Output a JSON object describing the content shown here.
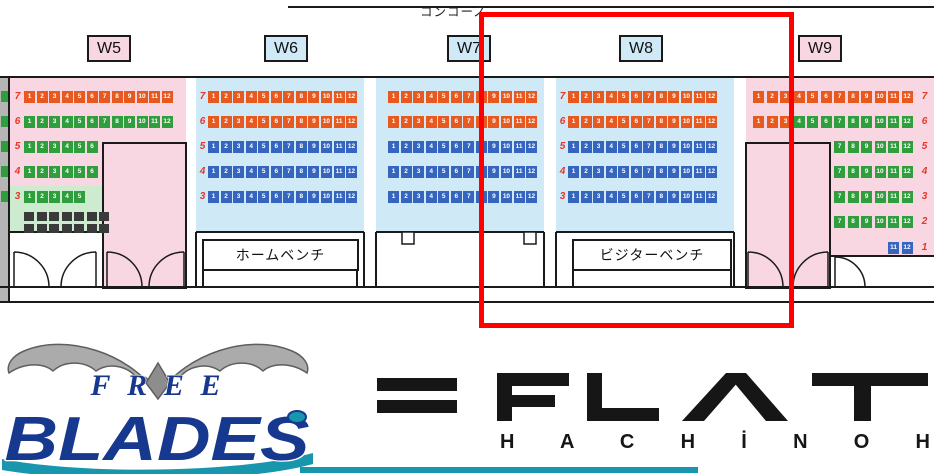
{
  "concourse_label": "コンコース",
  "colors": {
    "pink": "#f8d7e3",
    "light_blue": "#cfe9f7",
    "light_green": "#cdeccf",
    "grey": "#b5b5b5",
    "row_number": "#e8352a",
    "highlight": "#ff0000",
    "seat_orange": "#e8591f",
    "seat_green": "#2f9e3c",
    "seat_blue": "#3565be",
    "seat_dark": "#3a3a3a",
    "logo_blue": "#16388e",
    "logo_teal": "#1796ae"
  },
  "section_labels": [
    {
      "label": "W5",
      "color_key": "pink"
    },
    {
      "label": "W6",
      "color_key": "light_blue"
    },
    {
      "label": "W7",
      "color_key": "light_blue"
    },
    {
      "label": "W8",
      "color_key": "light_blue"
    },
    {
      "label": "W9",
      "color_key": "pink"
    }
  ],
  "benches": {
    "home_label": "ホームベンチ",
    "visitor_label": "ビジターベンチ"
  },
  "sections": {
    "W5": {
      "rows": [
        {
          "row": "7",
          "segments": [
            {
              "color": "orange",
              "from": 1,
              "to": 12
            }
          ]
        },
        {
          "row": "6",
          "segments": [
            {
              "color": "green",
              "from": 1,
              "to": 12
            }
          ]
        },
        {
          "row": "5",
          "segments": [
            {
              "color": "green",
              "from": 1,
              "to": 6
            }
          ]
        },
        {
          "row": "4",
          "segments": [
            {
              "color": "green",
              "from": 1,
              "to": 6
            }
          ]
        },
        {
          "row": "3",
          "segments": [
            {
              "color": "green",
              "from": 1,
              "to": 5
            }
          ]
        },
        {
          "row": null,
          "small": true,
          "segments": [
            {
              "color": "dark",
              "count": 7,
              "unnumbered": true
            }
          ]
        },
        {
          "row": null,
          "small": true,
          "segments": [
            {
              "color": "dark",
              "count": 7,
              "unnumbered": true
            }
          ]
        }
      ]
    },
    "W6": {
      "rows": [
        {
          "row": "7",
          "segments": [
            {
              "color": "orange",
              "from": 1,
              "to": 12
            }
          ]
        },
        {
          "row": "6",
          "segments": [
            {
              "color": "orange",
              "from": 1,
              "to": 12
            }
          ]
        },
        {
          "row": "5",
          "segments": [
            {
              "color": "blue",
              "from": 1,
              "to": 12
            }
          ]
        },
        {
          "row": "4",
          "segments": [
            {
              "color": "blue",
              "from": 1,
              "to": 12
            }
          ]
        },
        {
          "row": "3",
          "segments": [
            {
              "color": "blue",
              "from": 1,
              "to": 12
            }
          ]
        }
      ]
    },
    "W7": {
      "rows": [
        {
          "row": null,
          "segments": [
            {
              "color": "orange",
              "from": 1,
              "to": 12
            }
          ]
        },
        {
          "row": null,
          "segments": [
            {
              "color": "orange",
              "from": 1,
              "to": 12
            }
          ]
        },
        {
          "row": null,
          "segments": [
            {
              "color": "blue",
              "from": 1,
              "to": 12
            }
          ]
        },
        {
          "row": null,
          "segments": [
            {
              "color": "blue",
              "from": 1,
              "to": 12
            }
          ]
        },
        {
          "row": null,
          "segments": [
            {
              "color": "blue",
              "from": 1,
              "to": 12
            }
          ]
        }
      ]
    },
    "W8": {
      "rows": [
        {
          "row": "7",
          "segments": [
            {
              "color": "orange",
              "from": 1,
              "to": 12
            }
          ]
        },
        {
          "row": "6",
          "segments": [
            {
              "color": "orange",
              "from": 1,
              "to": 12
            }
          ]
        },
        {
          "row": "5",
          "segments": [
            {
              "color": "blue",
              "from": 1,
              "to": 12
            }
          ]
        },
        {
          "row": "4",
          "segments": [
            {
              "color": "blue",
              "from": 1,
              "to": 12
            }
          ]
        },
        {
          "row": "3",
          "segments": [
            {
              "color": "blue",
              "from": 1,
              "to": 12
            }
          ]
        }
      ]
    },
    "W9": {
      "rows": [
        {
          "row": "7",
          "segments": [
            {
              "color": "orange",
              "from": 1,
              "to": 12
            }
          ]
        },
        {
          "row": "6",
          "segments": [
            {
              "color": "orange",
              "from": 1,
              "to": 3
            },
            {
              "color": "green",
              "from": 4,
              "to": 12
            }
          ]
        },
        {
          "row": "5",
          "segments": [
            {
              "color": "green",
              "from": 7,
              "to": 12
            }
          ]
        },
        {
          "row": "4",
          "segments": [
            {
              "color": "green",
              "from": 7,
              "to": 12
            }
          ]
        },
        {
          "row": "3",
          "segments": [
            {
              "color": "green",
              "from": 7,
              "to": 12
            }
          ]
        },
        {
          "row": "2",
          "segments": [
            {
              "color": "green",
              "from": 7,
              "to": 12
            }
          ]
        },
        {
          "row": "1",
          "segments": [
            {
              "color": "blue",
              "from": 11,
              "to": 12
            }
          ]
        }
      ]
    }
  },
  "logos": {
    "freeblades": {
      "line1": "FREE",
      "line2": "BLADES"
    },
    "flat": {
      "word": "FLAT",
      "sub": "H A C H İ N O H"
    }
  }
}
